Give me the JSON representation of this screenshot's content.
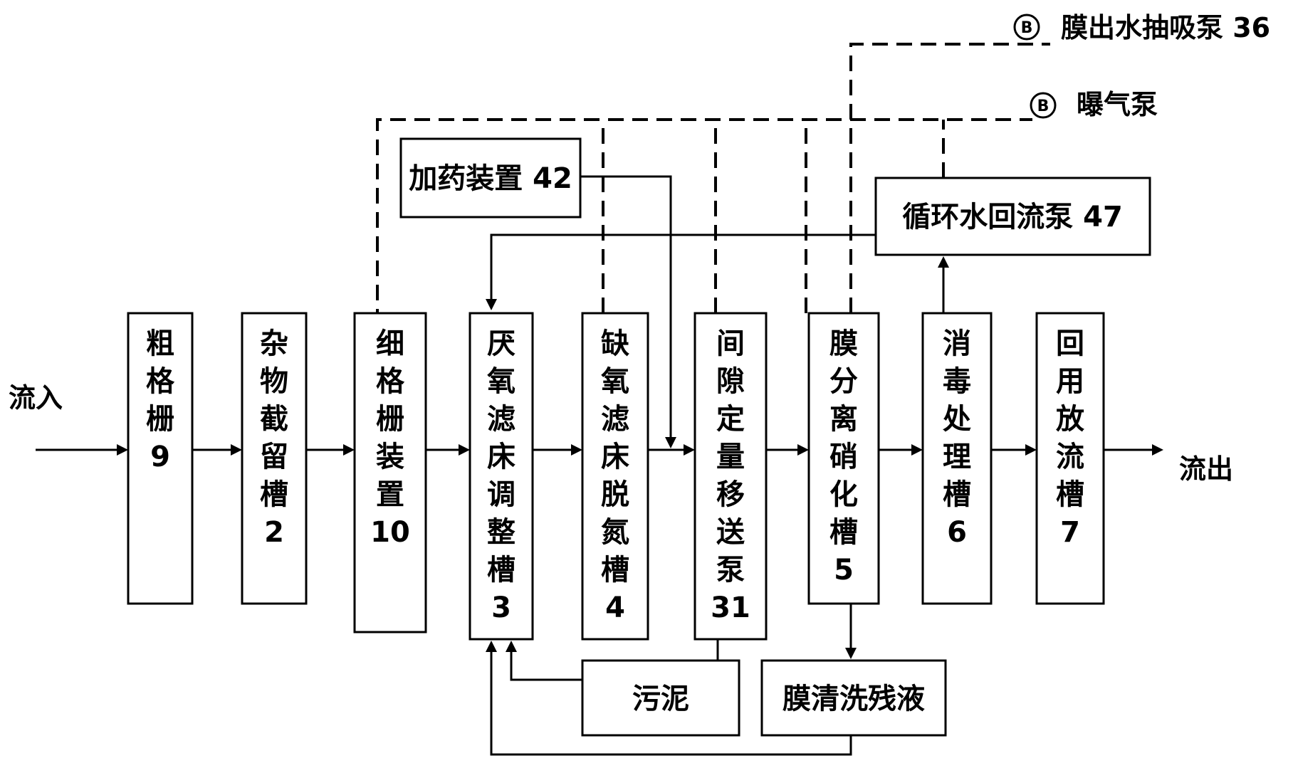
{
  "inflow_label": "流入",
  "outflow_label": "流出",
  "tanks": [
    {
      "id": "coarse-screen",
      "chars": [
        "粗",
        "格",
        "栅",
        "9"
      ]
    },
    {
      "id": "debris-tank",
      "chars": [
        "杂",
        "物",
        "截",
        "留",
        "槽",
        "2"
      ]
    },
    {
      "id": "fine-screen",
      "chars": [
        "细",
        "格",
        "栅",
        "装",
        "置",
        "10"
      ]
    },
    {
      "id": "anaerobic-tank",
      "chars": [
        "厌",
        "氧",
        "滤",
        "床",
        "调",
        "整",
        "槽",
        "3"
      ]
    },
    {
      "id": "anoxic-tank",
      "chars": [
        "缺",
        "氧",
        "滤",
        "床",
        "脱",
        "氮",
        "槽",
        "4"
      ]
    },
    {
      "id": "metering-pump",
      "chars": [
        "间",
        "隙",
        "定",
        "量",
        "移",
        "送",
        "泵",
        "31"
      ]
    },
    {
      "id": "membrane-tank",
      "chars": [
        "膜",
        "分",
        "离",
        "硝",
        "化",
        "槽",
        "5"
      ]
    },
    {
      "id": "disinfection-tank",
      "chars": [
        "消",
        "毒",
        "处",
        "理",
        "槽",
        "6"
      ]
    },
    {
      "id": "reuse-tank",
      "chars": [
        "回",
        "用",
        "放",
        "流",
        "槽",
        "7"
      ]
    }
  ],
  "dosing_device": "加药装置 42",
  "recycle_pump": "循环水回流泵 47",
  "sludge": "污泥",
  "membrane_wash": "膜清洗残液",
  "suction_pump": {
    "marker": "B",
    "label": "膜出水抽吸泵 36"
  },
  "aeration_pump": {
    "marker": "B",
    "label": "曝气泵"
  }
}
